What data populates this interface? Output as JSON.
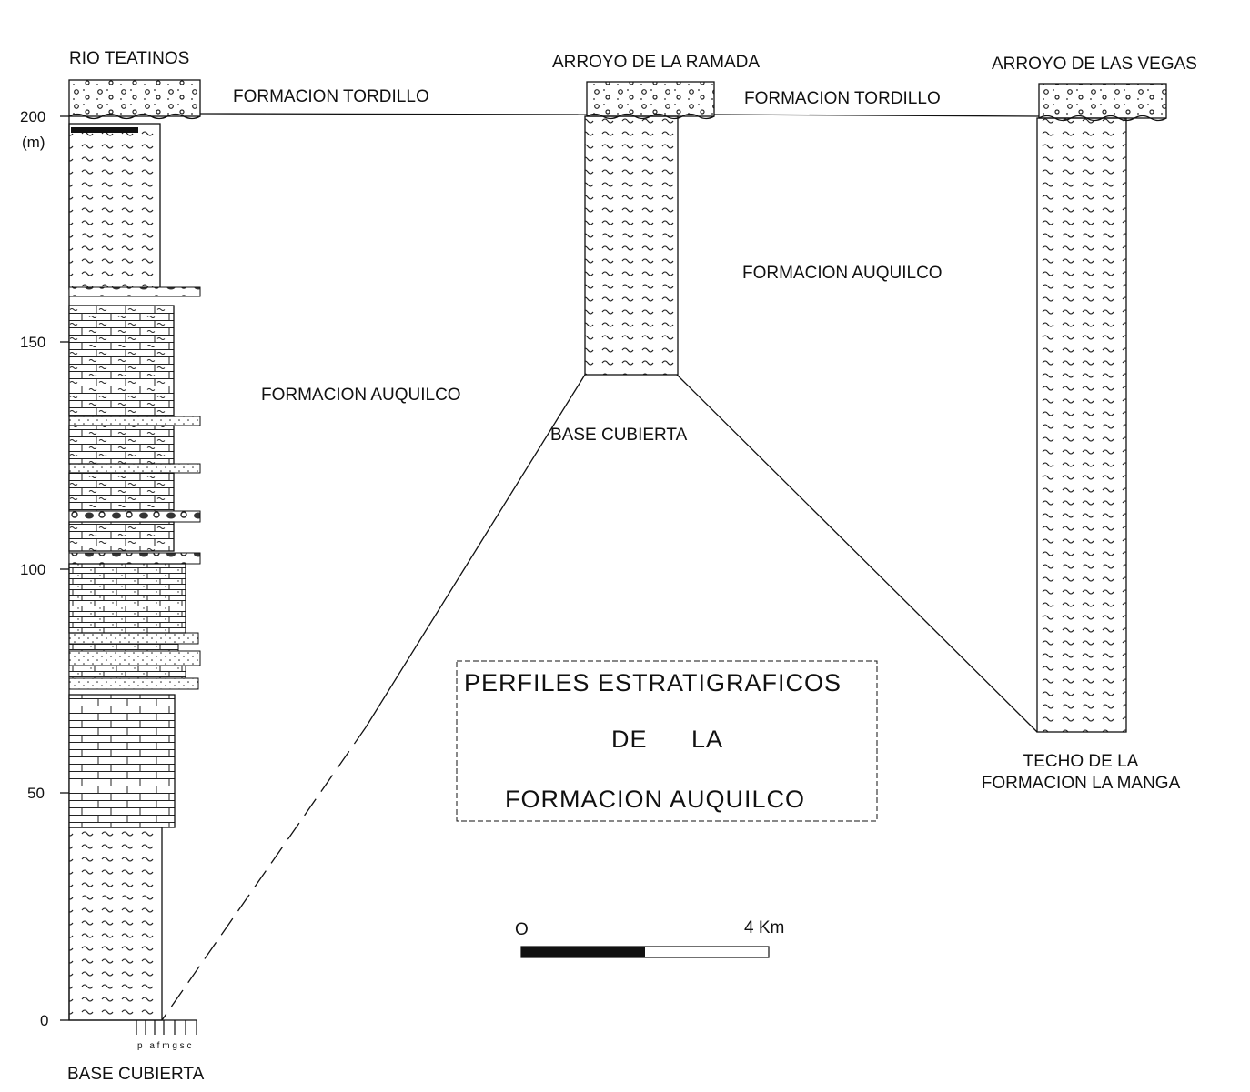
{
  "columns": {
    "left": "RIO TEATINOS",
    "middle": "ARROYO DE LA RAMADA",
    "right": "ARROYO DE LAS VEGAS"
  },
  "formations": {
    "tordillo_left": "FORMACION TORDILLO",
    "tordillo_right": "FORMACION TORDILLO",
    "auquilco_left": "FORMACION AUQUILCO",
    "auquilco_upper": "FORMACION AUQUILCO"
  },
  "annotations": {
    "base_middle": "BASE CUBIERTA",
    "base_left": "BASE CUBIERTA",
    "techo_line1": "TECHO DE LA",
    "techo_line2": "FORMACION LA MANGA",
    "grain_sizes": "p l a f m g s c"
  },
  "scale_axis": {
    "unit": "(m)",
    "ticks": [
      "200",
      "150",
      "100",
      "50",
      "0"
    ]
  },
  "title_box": {
    "line1": "PERFILES ESTRATIGRAFICOS",
    "line2_left": "DE",
    "line2_right": "LA",
    "line3": "FORMACION AUQUILCO"
  },
  "scale_bar": {
    "start_label": "O",
    "end_label": "4 Km"
  }
}
